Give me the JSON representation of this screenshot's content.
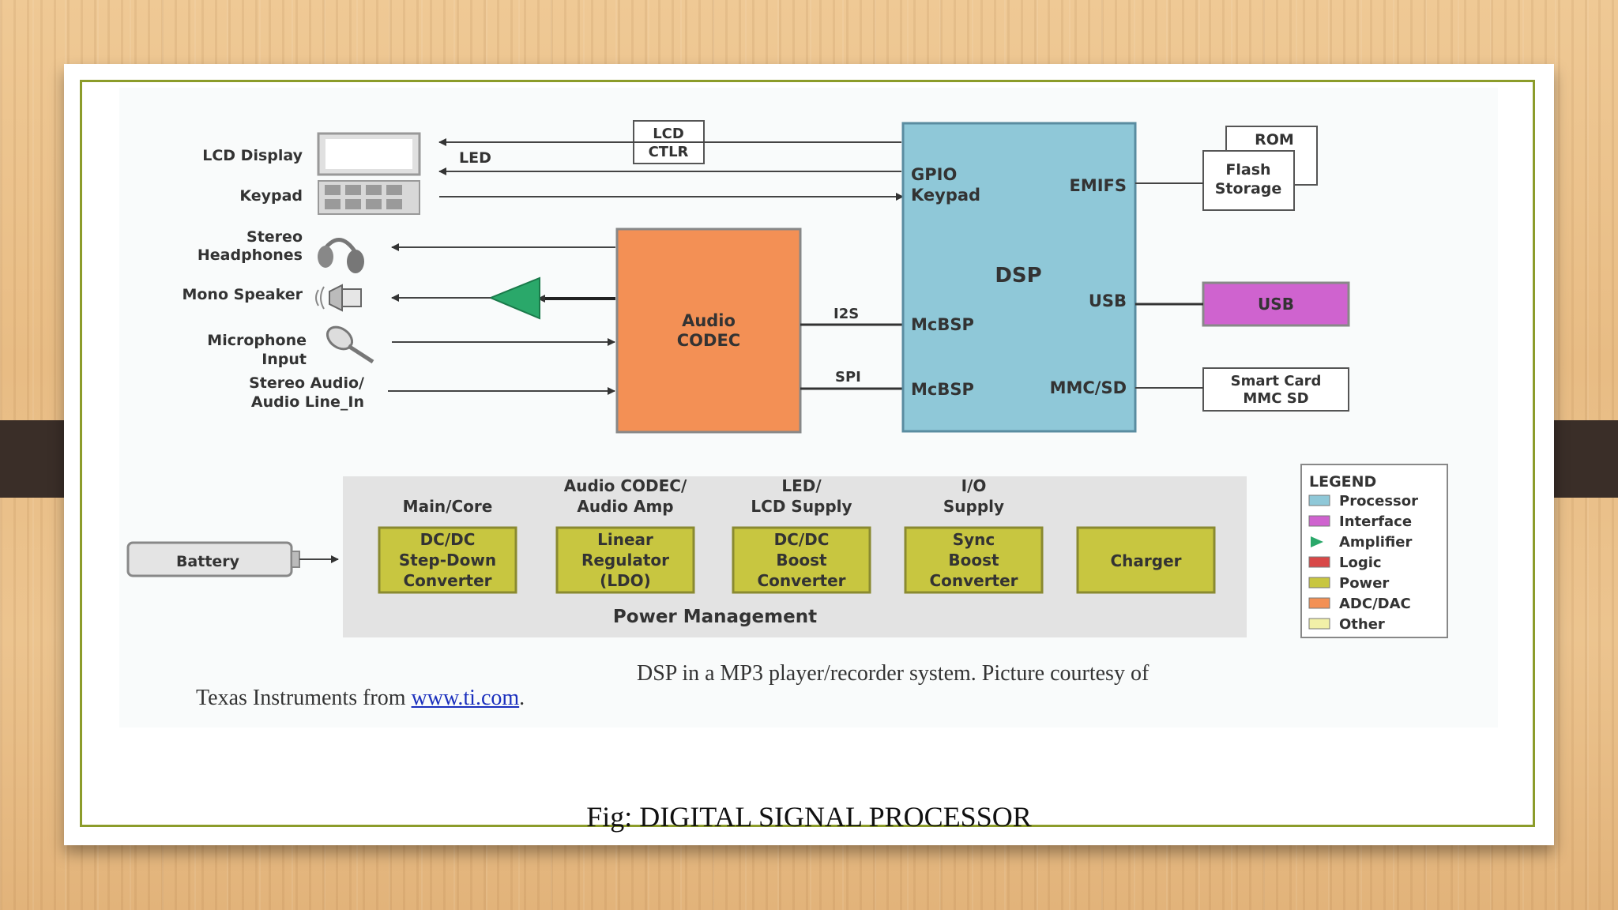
{
  "diagram": {
    "peripherals": {
      "lcd_display": "LCD Display",
      "keypad": "Keypad",
      "stereo": "Stereo",
      "headphones": "Headphones",
      "mono_speaker": "Mono Speaker",
      "microphone": "Microphone",
      "input": "Input",
      "stereo_audio": "Stereo Audio/",
      "audio_line_in": "Audio Line_In"
    },
    "lcd_ctlr": {
      "line1": "LCD",
      "line2": "CTLR"
    },
    "led_label": "LED",
    "audio_codec": {
      "line1": "Audio",
      "line2": "CODEC"
    },
    "bus_i2s": "I2S",
    "bus_spi": "SPI",
    "dsp": {
      "title": "DSP",
      "gpio": "GPIO",
      "keypad": "Keypad",
      "emifs": "EMIFS",
      "usb": "USB",
      "mcbsp1": "McBSP",
      "mcbsp2": "McBSP",
      "mmc_sd": "MMC/SD"
    },
    "rom": "ROM",
    "flash": {
      "line1": "Flash",
      "line2": "Storage"
    },
    "usb_block": "USB",
    "smart_card": {
      "line1": "Smart Card",
      "line2": "MMC SD"
    },
    "battery": "Battery",
    "power": {
      "title": "Power Management",
      "blocks": [
        {
          "header": [
            "",
            "Main/Core"
          ],
          "body": [
            "DC/DC",
            "Step-Down",
            "Converter"
          ]
        },
        {
          "header": [
            "Audio CODEC/",
            "Audio Amp"
          ],
          "body": [
            "Linear",
            "Regulator",
            "(LDO)"
          ]
        },
        {
          "header": [
            "LED/",
            "LCD Supply"
          ],
          "body": [
            "DC/DC",
            "Boost",
            "Converter"
          ]
        },
        {
          "header": [
            "I/O",
            "Supply"
          ],
          "body": [
            "Sync",
            "Boost",
            "Converter"
          ]
        },
        {
          "header": [
            "",
            ""
          ],
          "body": [
            "Charger"
          ]
        }
      ]
    },
    "legend": {
      "title": "LEGEND",
      "items": [
        {
          "label": "Processor",
          "color": "#8fc8d8",
          "kind": "box"
        },
        {
          "label": "Interface",
          "color": "#cf63cf",
          "kind": "box"
        },
        {
          "label": "Amplifier",
          "color": "#2aa86a",
          "kind": "triangle"
        },
        {
          "label": "Logic",
          "color": "#d84848",
          "kind": "box"
        },
        {
          "label": "Power",
          "color": "#c8c640",
          "kind": "box"
        },
        {
          "label": "ADC/DAC",
          "color": "#f39055",
          "kind": "box"
        },
        {
          "label": "Other",
          "color": "#f2f0a8",
          "kind": "box"
        }
      ]
    }
  },
  "caption": {
    "line1": "DSP in a MP3 player/recorder system. Picture courtesy of",
    "line2_prefix": "Texas Instruments from ",
    "link": "www.ti.com",
    "line2_suffix": "."
  },
  "figure_title": "Fig: DIGITAL SIGNAL PROCESSOR"
}
